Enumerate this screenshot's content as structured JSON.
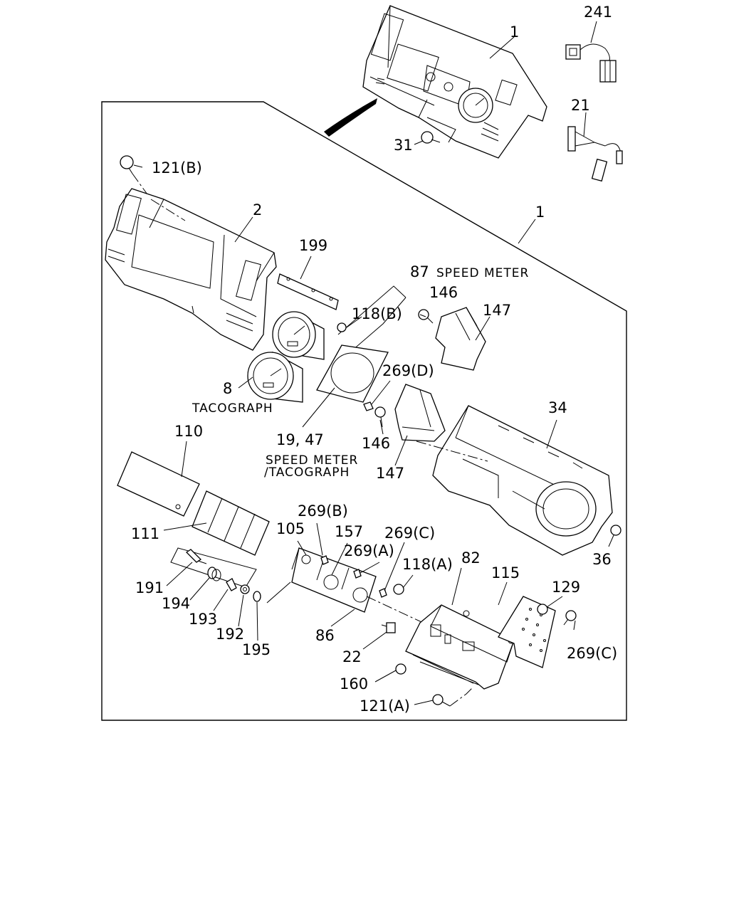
{
  "labels": {
    "l1_top": "1",
    "l241": "241",
    "l21": "21",
    "l31": "31",
    "l121b": "121(B)",
    "l2": "2",
    "l1_frame": "1",
    "l199": "199",
    "l87": "87",
    "speed_meter": "SPEED METER",
    "l146_top": "146",
    "l118b": "118(B)",
    "l147_top": "147",
    "l269d": "269(D)",
    "l8": "8",
    "tacograph": "TACOGRAPH",
    "l34": "34",
    "l19_47": "19, 47",
    "l146_mid": "146",
    "speed_meter_slash": "SPEED METER",
    "slash_tacograph": "/TACOGRAPH",
    "l147_mid": "147",
    "l110": "110",
    "l111": "111",
    "l269b": "269(B)",
    "l105": "105",
    "l157": "157",
    "l269c_top": "269(C)",
    "l269a": "269(A)",
    "l118a": "118(A)",
    "l82": "82",
    "l115": "115",
    "l129": "129",
    "l36": "36",
    "l191": "191",
    "l194": "194",
    "l193": "193",
    "l192": "192",
    "l195": "195",
    "l86": "86",
    "l22": "22",
    "l269c_bot": "269(C)",
    "l160": "160",
    "l121a": "121(A)"
  },
  "parts": {
    "assembled_cluster": "combination meter assembly",
    "gauge_speed": "speed meter",
    "gauge_taco": "tacograph"
  }
}
